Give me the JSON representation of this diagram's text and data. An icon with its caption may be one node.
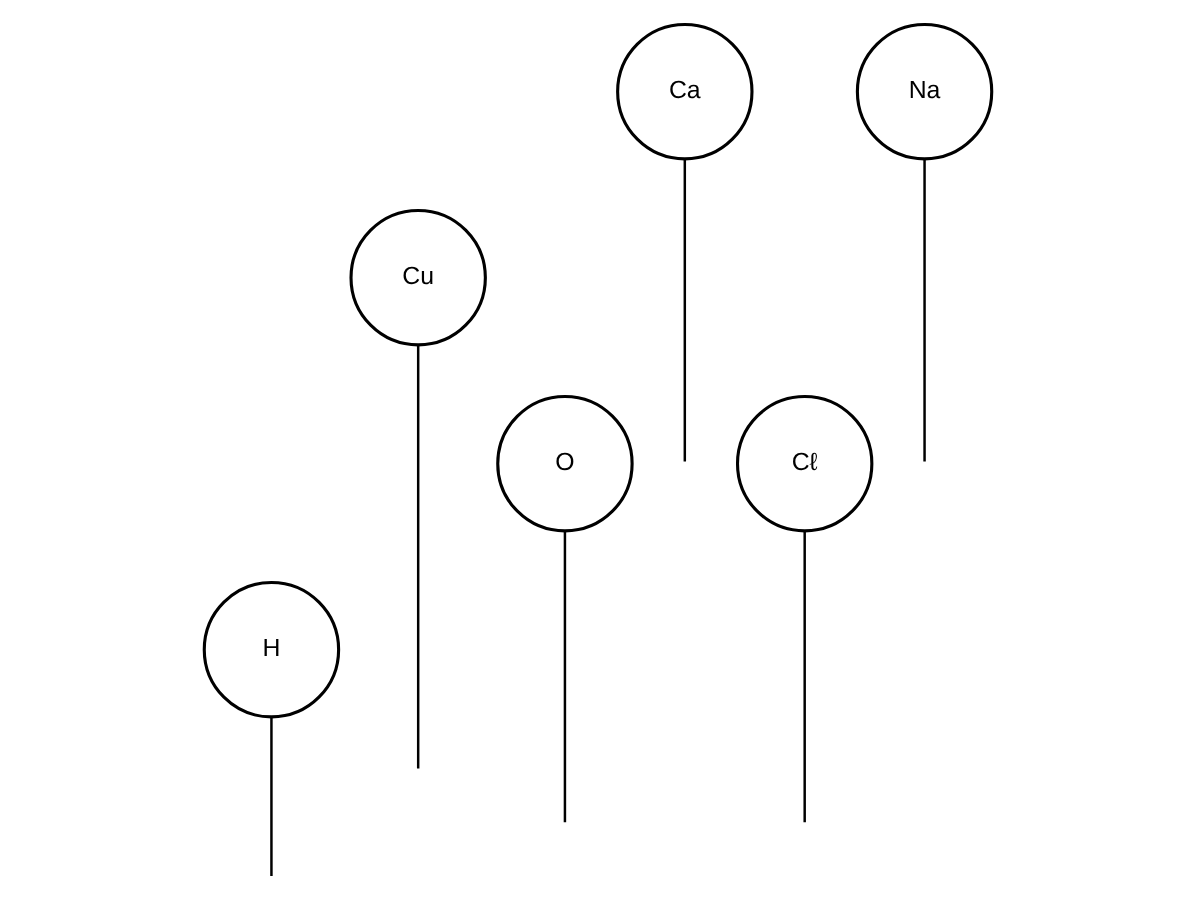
{
  "diagram": {
    "nodes": [
      {
        "text": [
          "H"
        ]
      },
      {
        "text": [
          "Cu"
        ]
      },
      {
        "text": [
          "O"
        ]
      },
      {
        "text": [
          "Ca"
        ]
      },
      {
        "text": [
          "Cℓ"
        ]
      },
      {
        "text": [
          "Na"
        ]
      }
    ],
    "edges": [
      {
        "from": 0,
        "to": null,
        "arrow": "none"
      },
      {
        "from": 1,
        "to": null,
        "arrow": "none"
      },
      {
        "from": 2,
        "to": null,
        "arrow": "none"
      },
      {
        "from": 3,
        "to": null,
        "arrow": "none"
      },
      {
        "from": 4,
        "to": null,
        "arrow": "none"
      },
      {
        "from": 5,
        "to": null,
        "arrow": "none"
      }
    ]
  }
}
